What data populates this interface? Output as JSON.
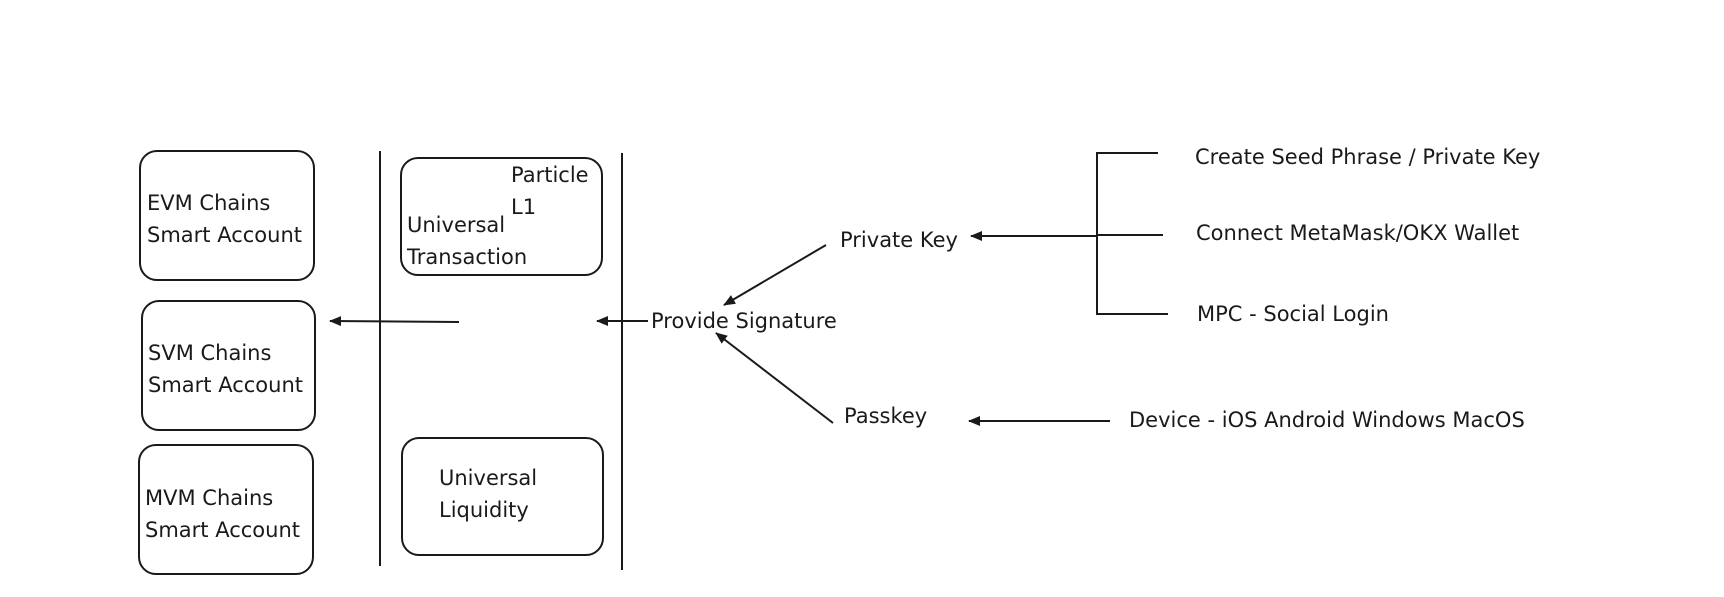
{
  "account_boxes": [
    {
      "line1": "EVM Chains",
      "line2": "Smart Account"
    },
    {
      "line1": "SVM Chains",
      "line2": "Smart Account"
    },
    {
      "line1": "MVM Chains",
      "line2": "Smart Account"
    }
  ],
  "particle_l1": {
    "title_line1": "Particle",
    "title_line2": "L1",
    "transaction_line1": "Universal",
    "transaction_line2": "Transaction",
    "liquidity_line1": "Universal",
    "liquidity_line2": "Liquidity"
  },
  "signature": "Provide Signature",
  "private_key": "Private Key",
  "passkey": "Passkey",
  "key_sources": [
    "Create Seed Phrase / Private Key",
    "Connect MetaMask/OKX Wallet",
    "MPC - Social Login"
  ],
  "device_source": "Device - iOS Android Windows MacOS"
}
